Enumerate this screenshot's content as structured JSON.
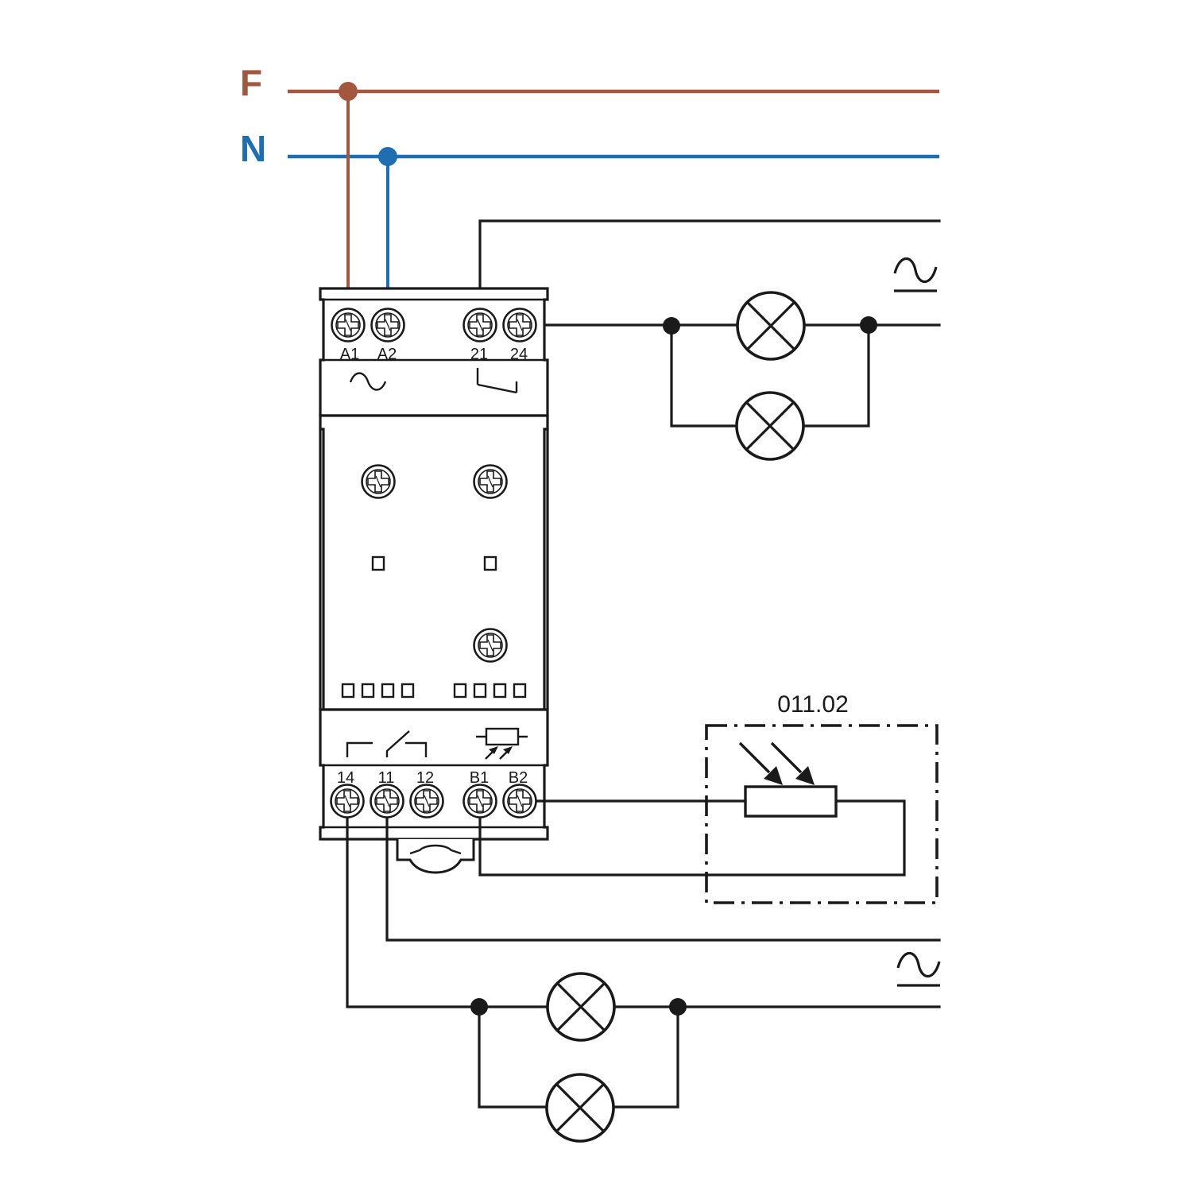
{
  "bus": {
    "phase": {
      "label": "F",
      "color": "#A4573F"
    },
    "neutral": {
      "label": "N",
      "color": "#1D6FB2"
    }
  },
  "wire_color": "#1a1a1a",
  "relay": {
    "top_terminals": [
      "A1",
      "A2",
      "21",
      "24"
    ],
    "bottom_terminals": [
      "14",
      "11",
      "12",
      "B1",
      "B2"
    ]
  },
  "sensor": {
    "label": "011.02"
  },
  "icons": [
    "ac-supply-icon",
    "lamp-icon",
    "screw-terminal-icon",
    "photoresistor-icon",
    "contact-symbol-icon"
  ]
}
